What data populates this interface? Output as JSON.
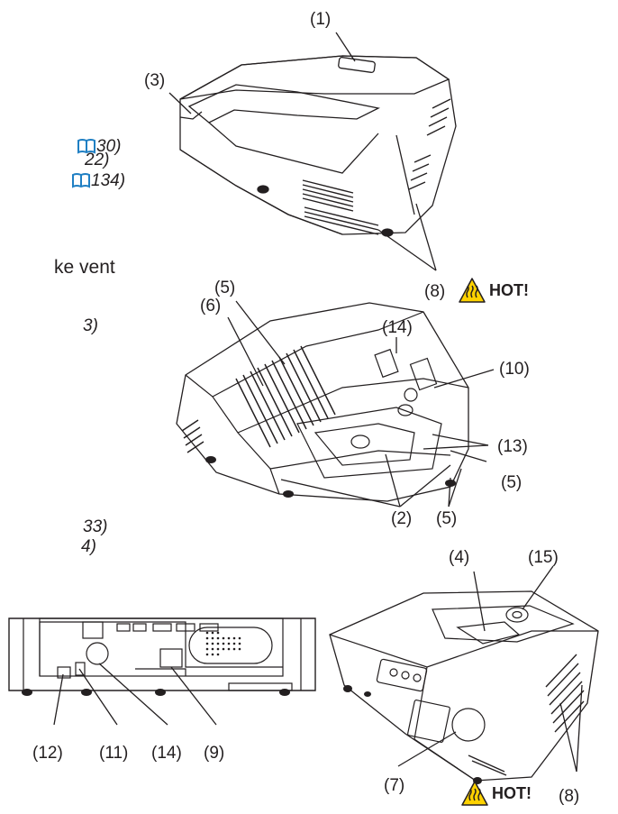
{
  "left_text": {
    "ref_30": "30)",
    "ref_22": "22)",
    "ref_134": "134)",
    "ke_vent": "ke vent",
    "ref_3": "3)",
    "ref_33": "33)",
    "ref_4": "4)"
  },
  "labels": {
    "l1": "(1)",
    "l3": "(3)",
    "l8_top": "(8)",
    "l5_top": "(5)",
    "l6": "(6)",
    "l14_mid": "(14)",
    "l10": "(10)",
    "l13": "(13)",
    "l5_right": "(5)",
    "l2": "(2)",
    "l5_bottom": "(5)",
    "l4": "(4)",
    "l15": "(15)",
    "l12": "(12)",
    "l11": "(11)",
    "l14_rear": "(14)",
    "l9": "(9)",
    "l7": "(7)",
    "l8_bottom": "(8)"
  },
  "hot_warnings": {
    "top_text": "HOT!",
    "bottom_text": "HOT!"
  },
  "colors": {
    "line": "#231f20",
    "book_icon": "#1f7fc3",
    "warning_yellow": "#ffd200"
  },
  "icons": [
    "book-icon",
    "hot-warning-icon"
  ]
}
